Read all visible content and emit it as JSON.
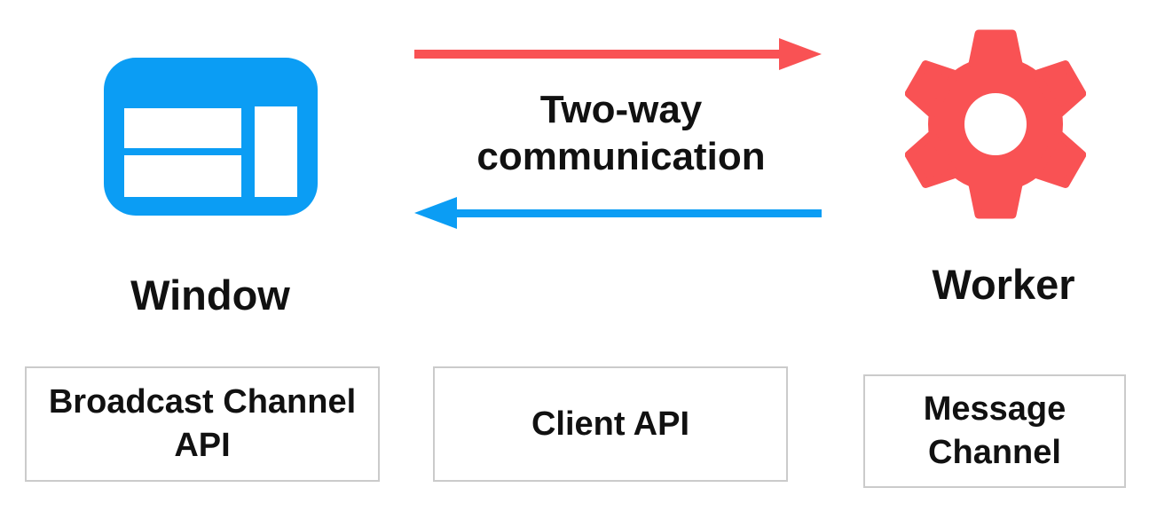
{
  "colors": {
    "blue": "#0b9df4",
    "red": "#f95254",
    "box_border": "#cbcbcb",
    "text": "#111111",
    "background": "#ffffff"
  },
  "nodes": {
    "window": {
      "label": "Window",
      "icon": "browser-window-icon"
    },
    "worker": {
      "label": "Worker",
      "icon": "gear-icon"
    }
  },
  "center_label": "Two-way communication",
  "arrows": {
    "window_to_worker": {
      "direction": "right",
      "color": "#f95254"
    },
    "worker_to_window": {
      "direction": "left",
      "color": "#0b9df4"
    }
  },
  "api_boxes": [
    {
      "label": "Broadcast Channel API"
    },
    {
      "label": "Client API"
    },
    {
      "label": "Message Channel"
    }
  ]
}
